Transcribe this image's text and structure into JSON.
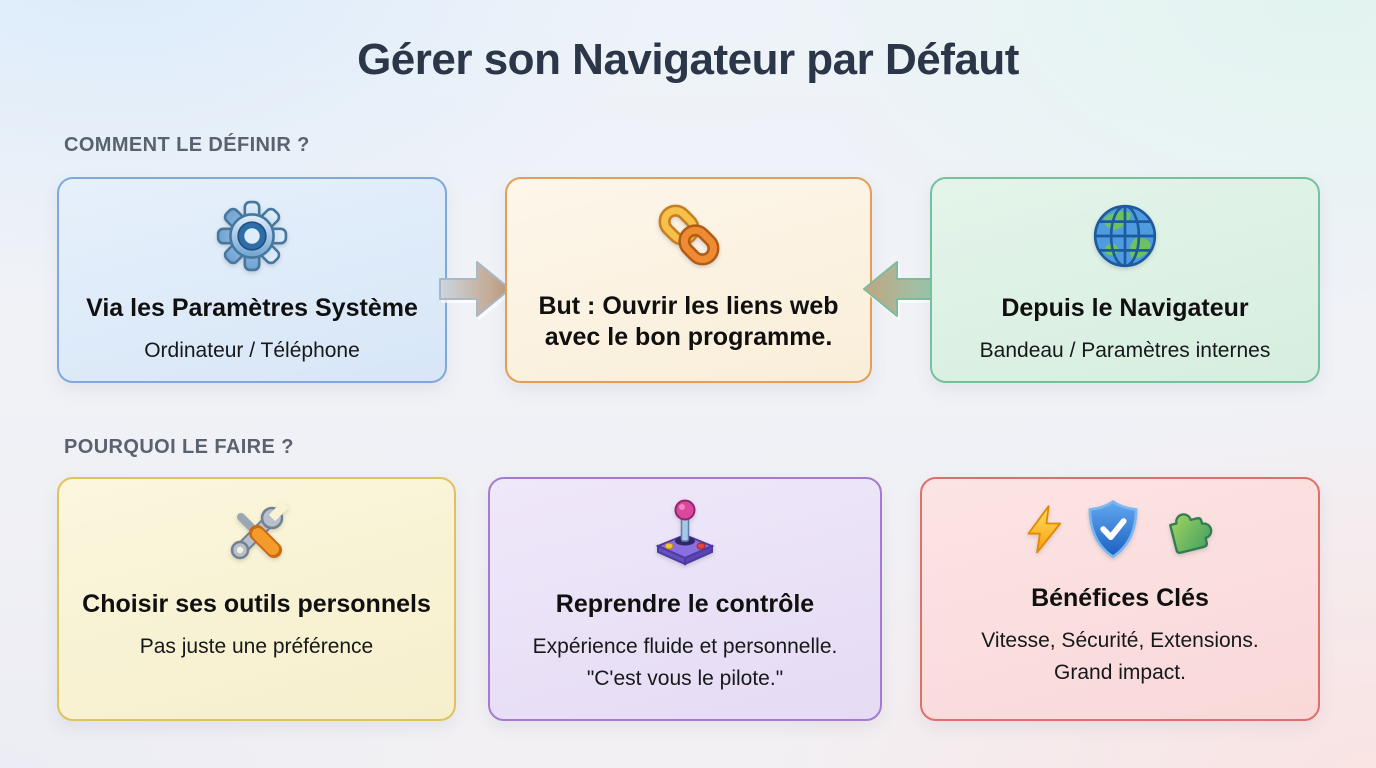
{
  "page": {
    "title": "Gérer son Navigateur par Défaut"
  },
  "colors": {
    "title_text": "#2b3649",
    "section_label_text": "#5a6270",
    "background_tints": [
      "#dcebfa",
      "#e2f4ef",
      "#fae3e3",
      "#ebedf4"
    ]
  },
  "sections": [
    {
      "label": "COMMENT LE DÉFINIR ?",
      "cards": [
        {
          "icon": "gear-icon",
          "title": "Via les Paramètres Système",
          "subtitle": "Ordinateur / Téléphone",
          "border": "#7fa9dc",
          "background": "#dfeaf8"
        },
        {
          "icon": "chain-link-icon",
          "title": "But : Ouvrir les liens web\navec le bon programme.",
          "subtitle": "",
          "border": "#e39f56",
          "background": "#fbf2e2"
        },
        {
          "icon": "globe-icon",
          "title": "Depuis le Navigateur",
          "subtitle": "Bandeau / Paramètres internes",
          "border": "#74c29c",
          "background": "#ddf1e4"
        }
      ],
      "arrows": [
        {
          "icon": "arrow-right-icon",
          "from": "card-1",
          "to": "card-2"
        },
        {
          "icon": "arrow-left-icon",
          "from": "card-3",
          "to": "card-2"
        }
      ]
    },
    {
      "label": "POURQUOI LE FAIRE ?",
      "cards": [
        {
          "icon": "tools-icon",
          "title": "Choisir ses outils personnels",
          "subtitle": "Pas juste une préférence",
          "border": "#dfc35a",
          "background": "#f9f3d5"
        },
        {
          "icon": "joystick-icon",
          "title": "Reprendre le contrôle",
          "subtitle": "Expérience fluide et personnelle.\n\"C'est vous le pilote.\"",
          "border": "#a67ad0",
          "background": "#eae0f6"
        },
        {
          "icons": [
            "lightning-icon",
            "shield-check-icon",
            "puzzle-icon"
          ],
          "title": "Bénéfices Clés",
          "subtitle": "Vitesse, Sécurité, Extensions.\nGrand impact.",
          "border": "#de6f6a",
          "background": "#fbdede"
        }
      ]
    }
  ]
}
